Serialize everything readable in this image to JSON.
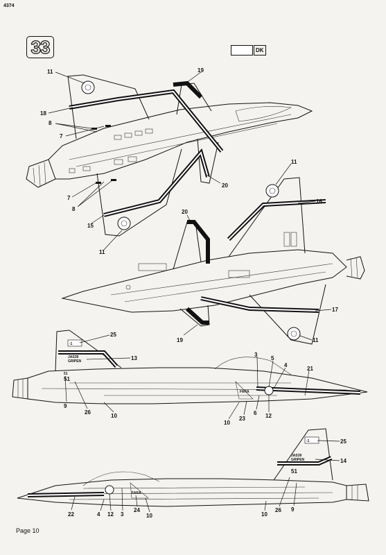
{
  "header": {
    "code": "4374",
    "step": "33",
    "color_code": "DK"
  },
  "footer": {
    "page": "Page 10"
  },
  "callouts": {
    "top_view": [
      "11",
      "19",
      "18",
      "8",
      "7",
      "7",
      "8",
      "15",
      "11",
      "20"
    ],
    "bottom_view": [
      "11",
      "16",
      "20",
      "17",
      "19",
      "11"
    ],
    "side_right": [
      "25",
      "13",
      "51",
      "9",
      "26",
      "10",
      "3",
      "5",
      "4",
      "21",
      "10",
      "23",
      "6",
      "12"
    ],
    "side_left": [
      "25",
      "14",
      "51",
      "22",
      "4",
      "12",
      "3",
      "24",
      "10",
      "10",
      "26",
      "9"
    ]
  },
  "decal_text": {
    "type": "JAS39",
    "name": "GRIPEN",
    "fara": "FARA",
    "unit_number": "51",
    "tail_mark": "-1"
  }
}
